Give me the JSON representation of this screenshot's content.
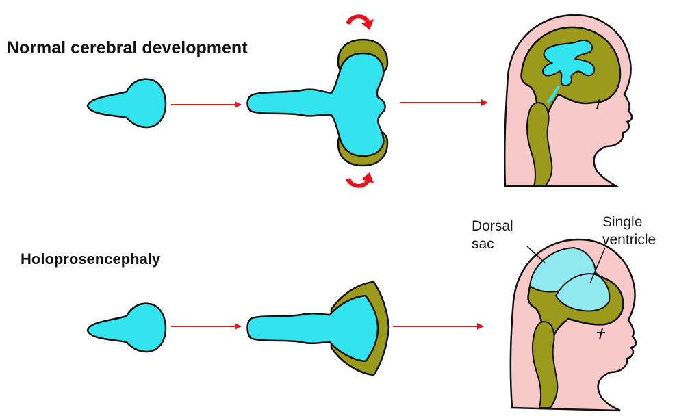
{
  "rows": {
    "normal": {
      "title": "Normal cerebral development"
    },
    "holoprosencephaly": {
      "title": "Holoprosencephaly"
    }
  },
  "labels": {
    "dorsal_sac": {
      "line1": "Dorsal",
      "line2": "sac"
    },
    "single_ventricle": {
      "line1": "Single",
      "line2": "ventricle"
    }
  },
  "colors": {
    "ventricle": "#33e4ee",
    "brain_tissue": "#9b9a1c",
    "skin": "#f7c9c9",
    "arrow": "#e8141c",
    "outline": "#111111"
  }
}
